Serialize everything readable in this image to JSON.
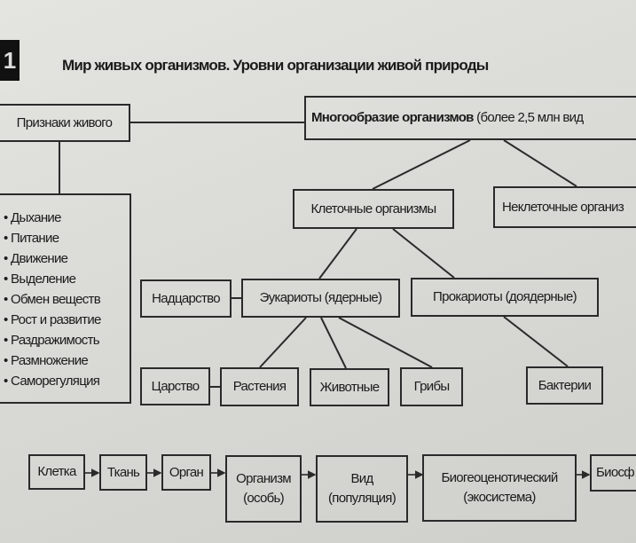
{
  "header": {
    "number": "1",
    "title": "Мир живых организмов. Уровни организации живой природы"
  },
  "signs": {
    "title": "Признаки живого",
    "items": [
      "Дыхание",
      "Питание",
      "Движение",
      "Выделение",
      "Обмен веществ",
      "Рост и развитие",
      "Раздражимость",
      "Размножение",
      "Саморегуляция"
    ]
  },
  "diversity": {
    "title_bold": "Многообразие организмов",
    "title_rest": " (более 2,5 млн вид"
  },
  "cellular": "Клеточные организмы",
  "noncellular": "Неклеточные организ",
  "superkingdom": "Надцарство",
  "eukaryotes": "Эукариоты (ядерные)",
  "prokaryotes": "Прокариоты (доядерные)",
  "kingdom": "Царство",
  "plants": "Растения",
  "animals": "Животные",
  "fungi": "Грибы",
  "bacteria": "Бактерии",
  "levels": [
    {
      "l1": "Клетка"
    },
    {
      "l1": "Ткань"
    },
    {
      "l1": "Орган"
    },
    {
      "l1": "Организм",
      "l2": "(особь)"
    },
    {
      "l1": "Вид",
      "l2": "(популяция)"
    },
    {
      "l1": "Биогеоценотический",
      "l2": "(экосистема)"
    },
    {
      "l1": "Биосф"
    }
  ]
}
